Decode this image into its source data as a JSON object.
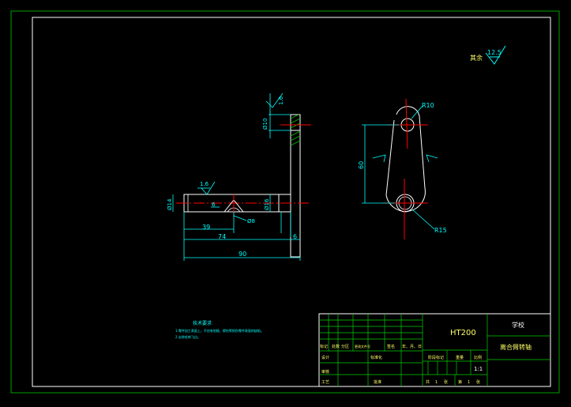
{
  "colors": {
    "background": "#000000",
    "frame": "#00a000",
    "border": "#ffffff",
    "dimension": "#00ffff",
    "centerline": "#ff0000",
    "part": "#ffffff",
    "hatch": "#00c000",
    "table_grid": "#00d000",
    "table_text": "#ffff66"
  },
  "roughness_note": {
    "label": "其余",
    "value": "12.5"
  },
  "front_view": {
    "roughness_top": "1.6",
    "roughness_shaft": "1.6",
    "dia_top": "Ø10",
    "dia_shaft_left": "Ø14",
    "dia_shaft_right": "Ø16",
    "hole_depth": "6",
    "hole_dia": "Ø8",
    "dim_39": "39",
    "dim_74": "74",
    "dim_6": "6",
    "dim_90": "90"
  },
  "side_view": {
    "radius_top": "R10",
    "radius_bottom": "R15",
    "center_distance": "60"
  },
  "tech_notes": {
    "title": "技术要求",
    "line1": "1.零件加工表面上，不应有划痕、擦伤等损伤零件表面的缺陷。",
    "line2": "2.去除毛刺飞边。"
  },
  "title_block": {
    "material": "HT200",
    "school": "学校",
    "part_name": "离合臂转轴",
    "scale": "1:1",
    "h_biaoji": "标记",
    "h_chushu": "处数",
    "h_fenqu": "分区",
    "h_gengwen": "更改文件号",
    "h_qianming": "签名",
    "h_date": "年、月、日",
    "r_sheji": "设计",
    "r_biaozhunhua": "标准化",
    "r_jieduan": "阶段标记",
    "r_zhongliang": "重量",
    "r_bili": "比例",
    "r_shenhe": "审核",
    "r_gongyi": "工艺",
    "r_pizhun": "批准",
    "gong": "共",
    "zhang_a": "张",
    "di": "第",
    "zhang_b": "张",
    "sheet_total": "1",
    "sheet_num": "1"
  }
}
